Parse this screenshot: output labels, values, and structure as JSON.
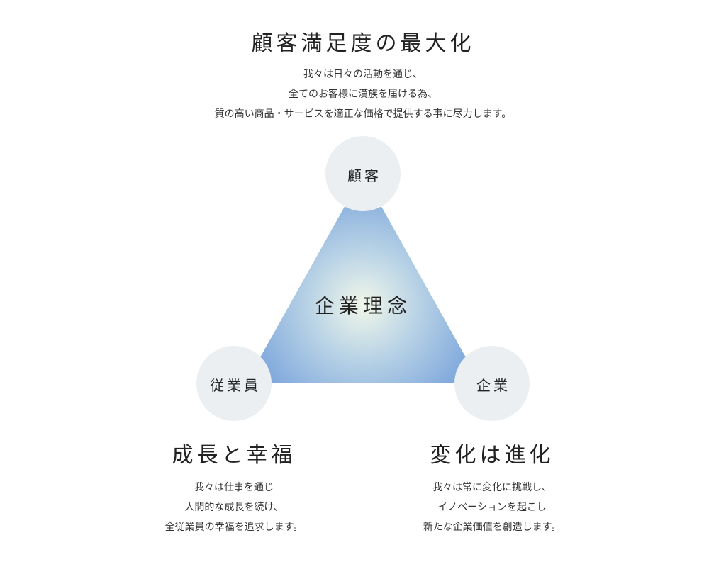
{
  "title": "顧客満足度の最大化",
  "intro": [
    "我々は日々の活動を通じ、",
    "全てのお客様に漢族を届ける為、",
    "質の高い商品・サービスを適正な価格で提供する事に尽力します。"
  ],
  "diagram": {
    "center": "企業理念",
    "nodes": {
      "top": "顧客",
      "left": "従業員",
      "right": "企業"
    },
    "colors": {
      "circle": "#ebeff2",
      "gradient_inner": "#f1f7e9",
      "gradient_outer": "#7ea7dc"
    }
  },
  "left_section": {
    "heading": "成長と幸福",
    "lines": [
      "我々は仕事を通じ",
      "人間的な成長を続け、",
      "全従業員の幸福を追求します。"
    ]
  },
  "right_section": {
    "heading": "変化は進化",
    "lines": [
      "我々は常に変化に挑戦し、",
      "イノベーションを起こし",
      "新たな企業価値を創造します。"
    ]
  }
}
